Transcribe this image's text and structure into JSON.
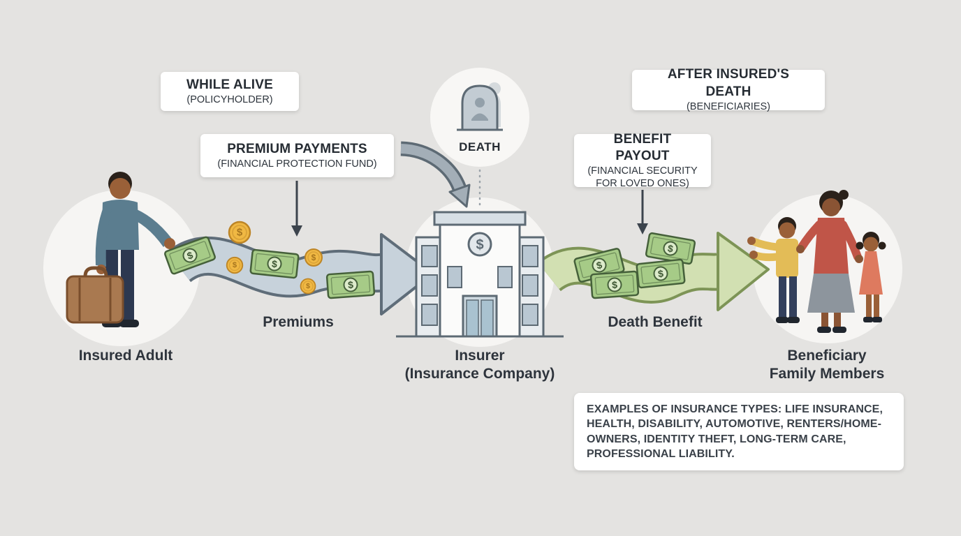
{
  "colors": {
    "background": "#e4e3e1",
    "premium_arrow_fill": "#c7d2db",
    "premium_arrow_outline": "#5f6d79",
    "benefit_arrow_fill": "#d2e0b2",
    "benefit_arrow_outline": "#7d9456",
    "bill_green": "#a6cb87",
    "coin_gold": "#f0b843",
    "text_dark": "#2e343c",
    "box_white": "#ffffff"
  },
  "glyphs": {
    "dollar": "$"
  },
  "boxes": {
    "while_alive": {
      "title": "WHILE ALIVE",
      "subtitle": "(POLICYHOLDER)"
    },
    "premium_payments": {
      "title": "PREMIUM PAYMENTS",
      "subtitle": "(FINANCIAL PROTECTION FUND)"
    },
    "after_death": {
      "title": "AFTER INSURED'S DEATH",
      "subtitle": "(BENEFICIARIES)"
    },
    "benefit_payout": {
      "title": "BENEFIT PAYOUT",
      "subtitle": "(FINANCIAL SECURITY FOR LOVED ONES)"
    },
    "examples": {
      "text": "EXAMPLES OF INSURANCE TYPES: LIFE INSURANCE, HEALTH, DISABILITY, AUTOMOTIVE, RENTERS/HOME-OWNERS, IDENTITY THEFT, LONG-TERM CARE, PROFESSIONAL LIABILITY."
    }
  },
  "nodes": {
    "insured": {
      "label": "Insured Adult"
    },
    "insurer": {
      "line1": "Insurer",
      "line2": "(Insurance Company)"
    },
    "beneficiary": {
      "line1": "Beneficiary",
      "line2": "Family Members"
    },
    "death": {
      "label": "DEATH"
    }
  },
  "flows": {
    "premiums": {
      "label": "Premiums"
    },
    "death_benefit": {
      "label": "Death Benefit"
    }
  }
}
